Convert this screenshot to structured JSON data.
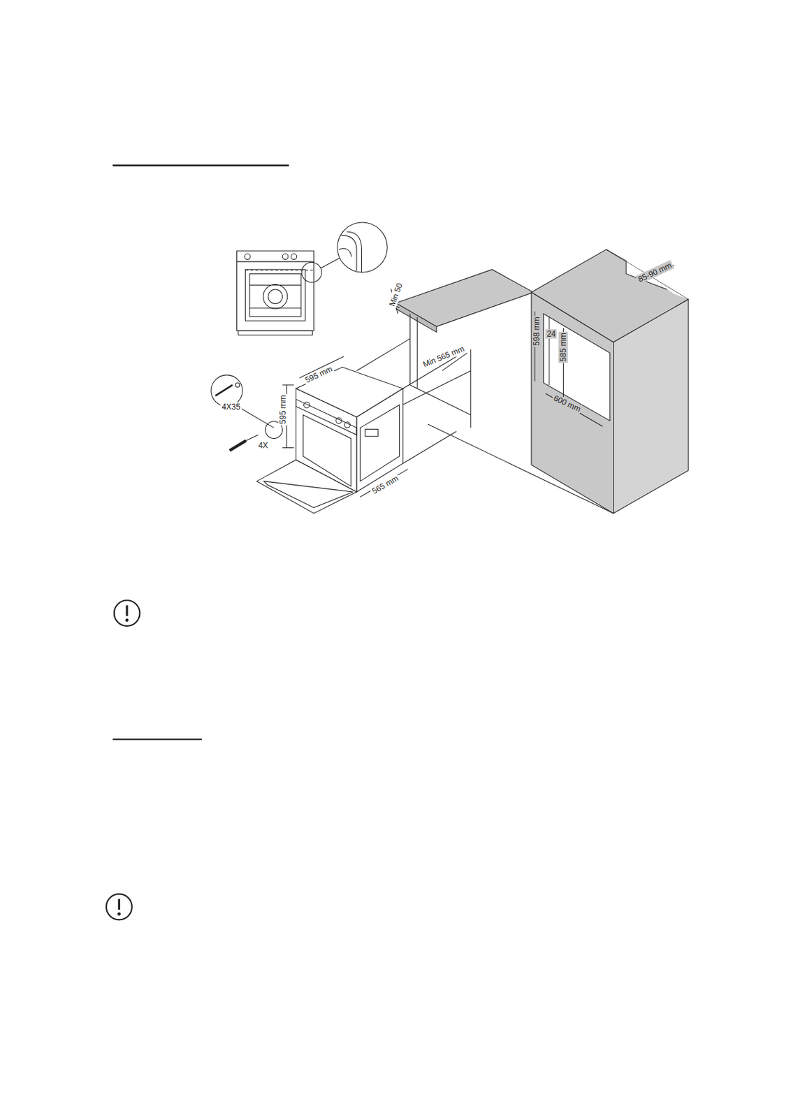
{
  "diagram": {
    "labels": [
      "4X35",
      "4X",
      "595 mm",
      "595 mm",
      "565 mm",
      "Min 50",
      "Min 565 mm",
      "85-90 mm",
      "598 mm",
      "24",
      "585 mm",
      "600 mm"
    ]
  }
}
